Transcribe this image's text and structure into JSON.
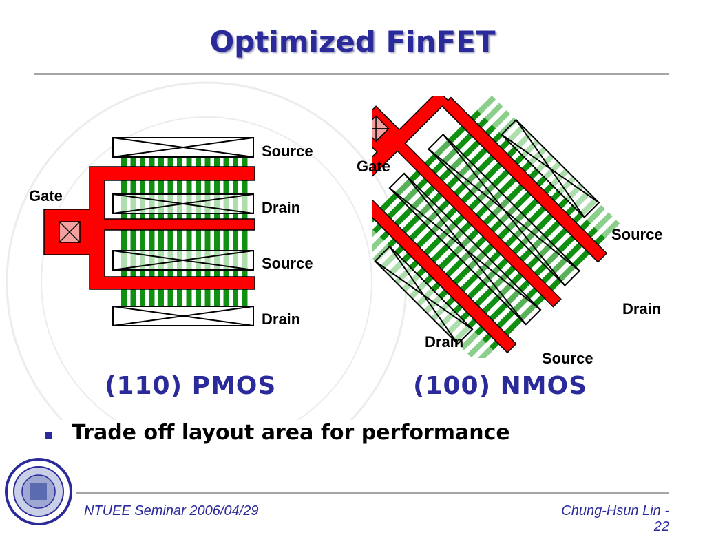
{
  "slide": {
    "title": "Optimized FinFET",
    "bullet": "Trade off layout area for performance",
    "footer_left": "NTUEE Seminar 2006/04/29",
    "footer_author": "Chung-Hsun Lin",
    "footer_separator": " - ",
    "page_number": "22"
  },
  "pmos": {
    "caption": "(110) PMOS",
    "gate_label": "Gate",
    "region_labels": [
      "Source",
      "Drain",
      "Source",
      "Drain"
    ]
  },
  "nmos": {
    "caption": "(100) NMOS",
    "gate_label": "Gate",
    "source_label_right": "Source",
    "drain_label_right": "Drain",
    "drain_label_bottom": "Drain",
    "source_label_bottom": "Source"
  },
  "colors": {
    "title": "#2a2a9a",
    "gate": "#ff0000",
    "fin": "#109010",
    "fin_light": "#8ccf8c",
    "rule": "#a6a6a6"
  }
}
